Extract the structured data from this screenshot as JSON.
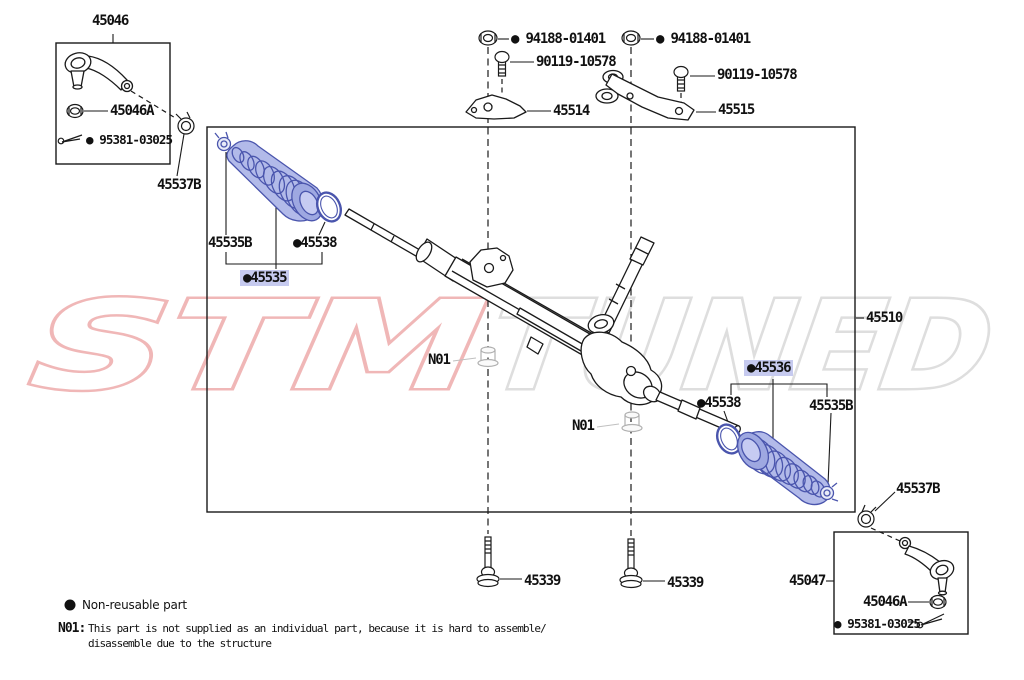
{
  "watermark": {
    "stm": "STM",
    "tuned": "TUNED",
    "stm_color": "#e57d7d",
    "tuned_color": "#cdcdcd"
  },
  "colors": {
    "highlight": "#c6caef",
    "boot_fill": "#b2bae9",
    "boot_stroke": "#4a55ad",
    "line": "#1a1a1a"
  },
  "parts": {
    "tie_rod_assy_left": "45046",
    "tie_rod_end_nut_left": "45046A",
    "cotter_pin_left": "● 95381-03025",
    "boot_clamp_outer_left": "45537B",
    "rack_nut_left": "● 94188-01401",
    "rack_bolt_left": "90119-10578",
    "bracket_left": "45514",
    "rack_nut_right": "● 94188-01401",
    "rack_bolt_right": "90119-10578",
    "bracket_right": "45515",
    "steering_gear_assy": "45510",
    "boot_clamp_left": "45535B",
    "boot_ring_left": "●45538",
    "boot_left": "●45535",
    "boot_right": "●45536",
    "boot_ring_right": "●45538",
    "boot_clamp_right": "45535B",
    "grommet_note_upper": "N01",
    "grommet_note_lower": "N01",
    "mount_bolt_left": "45339",
    "mount_bolt_right": "45339",
    "boot_clamp_outer_right": "45537B",
    "tie_rod_assy_right": "45047",
    "tie_rod_end_nut_right": "45046A",
    "cotter_pin_right": "● 95381-03025"
  },
  "legend": {
    "bullet_label": "Non-reusable part",
    "note_code": "N01:",
    "note_line1": "This part is not supplied as an individual part, because it is hard to assemble/",
    "note_line2": "disassemble due to the structure"
  }
}
